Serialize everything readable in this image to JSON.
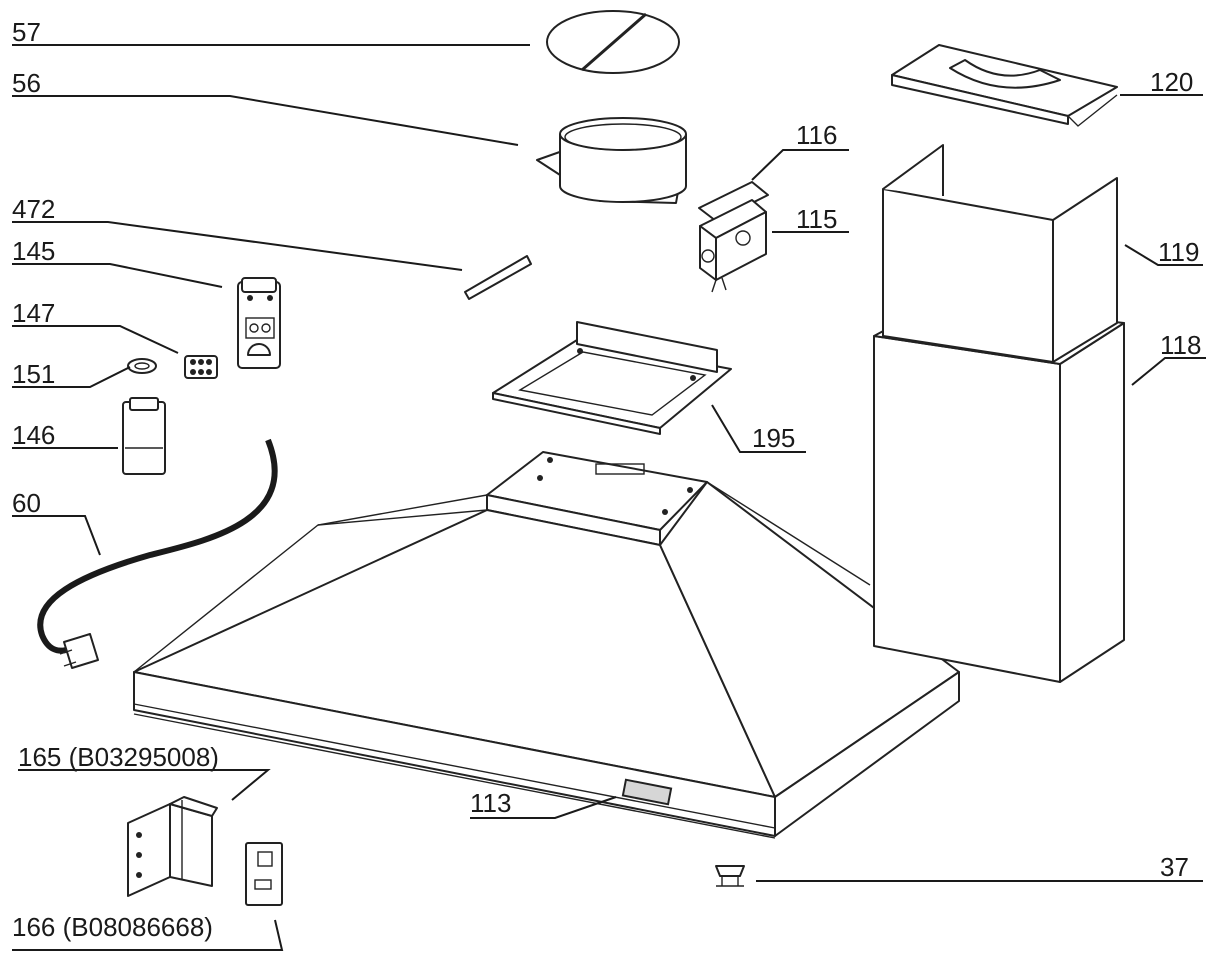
{
  "callouts": {
    "p57": "57",
    "p56": "56",
    "p472": "472",
    "p145": "145",
    "p147": "147",
    "p151": "151",
    "p146": "146",
    "p60": "60",
    "p165": "165 (B03295008)",
    "p166": "166 (B08086668)",
    "p113": "113",
    "p37": "37",
    "p116": "116",
    "p115": "115",
    "p195": "195",
    "p120": "120",
    "p119": "119",
    "p118": "118"
  }
}
